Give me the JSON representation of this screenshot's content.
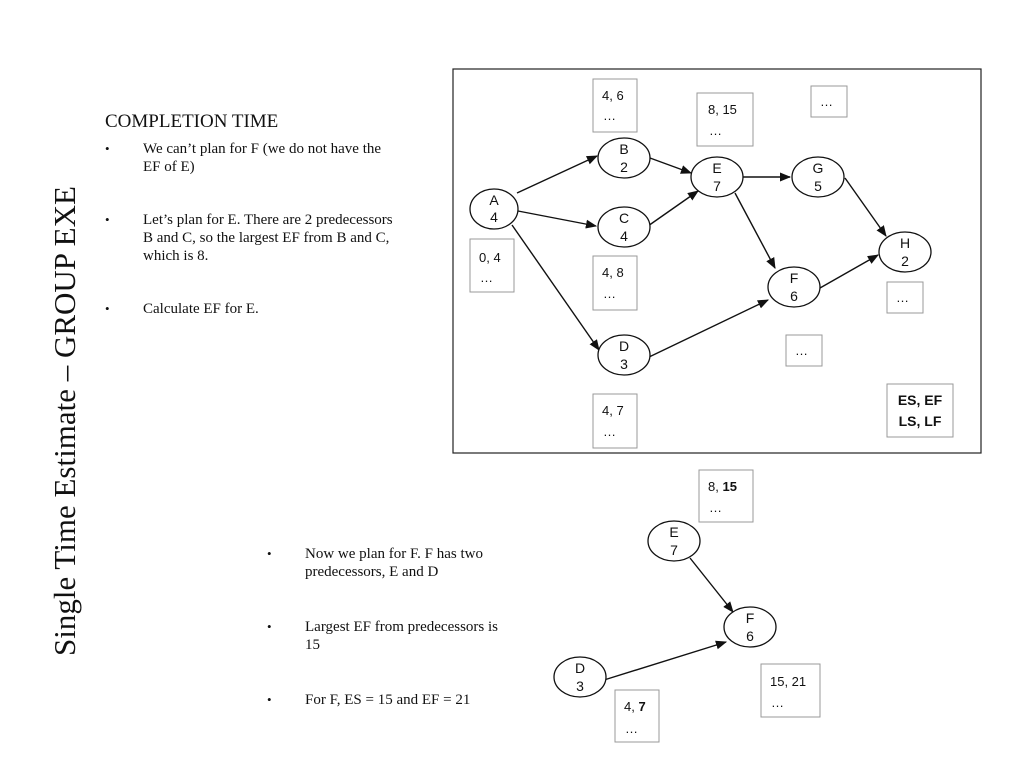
{
  "title": "Single Time Estimate – GROUP EXE",
  "heading": "COMPLETION TIME",
  "top_bullets": [
    "We can’t  plan for F (we do not have the EF of E)",
    "Let’s plan for E. There are 2 predecessors B and C, so the largest EF from B and C, which is 8.",
    "Calculate EF for E."
  ],
  "bottom_bullets": [
    "Now we plan for F. F has two predecessors, E and D",
    "Largest EF from predecessors is 15",
    "For F, ES = 15 and EF = 21"
  ],
  "network": {
    "nodes": {
      "A": {
        "name": "A",
        "duration": "4"
      },
      "B": {
        "name": "B",
        "duration": "2"
      },
      "C": {
        "name": "C",
        "duration": "4"
      },
      "D": {
        "name": "D",
        "duration": "3"
      },
      "E": {
        "name": "E",
        "duration": "7"
      },
      "F": {
        "name": "F",
        "duration": "6"
      },
      "G": {
        "name": "G",
        "duration": "5"
      },
      "H": {
        "name": "H",
        "duration": "2"
      }
    },
    "boxes": {
      "A": {
        "l1": "0, 4",
        "l2": "…"
      },
      "B": {
        "l1": "4, 6",
        "l2": "…"
      },
      "C": {
        "l1": "4, 8",
        "l2": "…"
      },
      "D": {
        "l1": "4, 7",
        "l2": "…"
      },
      "E": {
        "l1": "8, 15",
        "l2": "…"
      },
      "F": {
        "l1": "…"
      },
      "G": {
        "l1": "…"
      },
      "H": {
        "l1": "…"
      }
    },
    "legend": {
      "l1": "ES, EF",
      "l2": "LS, LF"
    }
  },
  "detail": {
    "nodes": {
      "E": {
        "name": "E",
        "duration": "7"
      },
      "F": {
        "name": "F",
        "duration": "6"
      },
      "D": {
        "name": "D",
        "duration": "3"
      }
    },
    "boxes": {
      "E": {
        "es": "8, ",
        "ef": "15",
        "l2": "…"
      },
      "D": {
        "es": "4, ",
        "ef": "7",
        "l2": "…"
      },
      "F": {
        "l1": "15, 21",
        "l2": "…"
      }
    }
  }
}
